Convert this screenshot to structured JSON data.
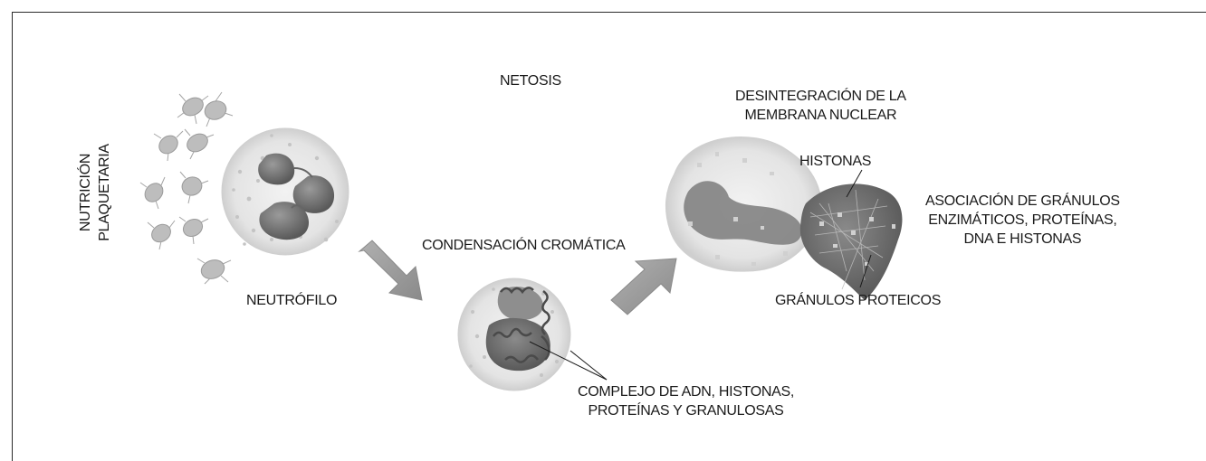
{
  "diagram": {
    "title": "NETOSIS",
    "platelet_label": [
      "NUTRICIÓN",
      "PLAQUETARIA"
    ],
    "neutrophil_label": "NEUTRÓFILO",
    "condensation_label": "CONDENSACIÓN CROMÁTICA",
    "disintegration_label": [
      "DESINTEGRACIÓN DE LA",
      "MEMBRANA NUCLEAR"
    ],
    "histones_label": "HISTONAS",
    "association_label": [
      "ASOCIACIÓN DE GRÁNULOS",
      "ENZIMÁTICOS, PROTEÍNAS,",
      "DNA E HISTONAS"
    ],
    "protein_granules_label": "GRÁNULOS PROTEICOS",
    "complex_label": [
      "COMPLEJO DE ADN, HISTONAS,",
      "PROTEÍNAS Y GRANULOSAS"
    ],
    "colors": {
      "frame": "#2a2a2a",
      "cell_fill": "#e6e6e6",
      "nucleus": "#6f6f6f",
      "arrow": "#9a9a9a",
      "text": "#1a1a1a"
    }
  }
}
